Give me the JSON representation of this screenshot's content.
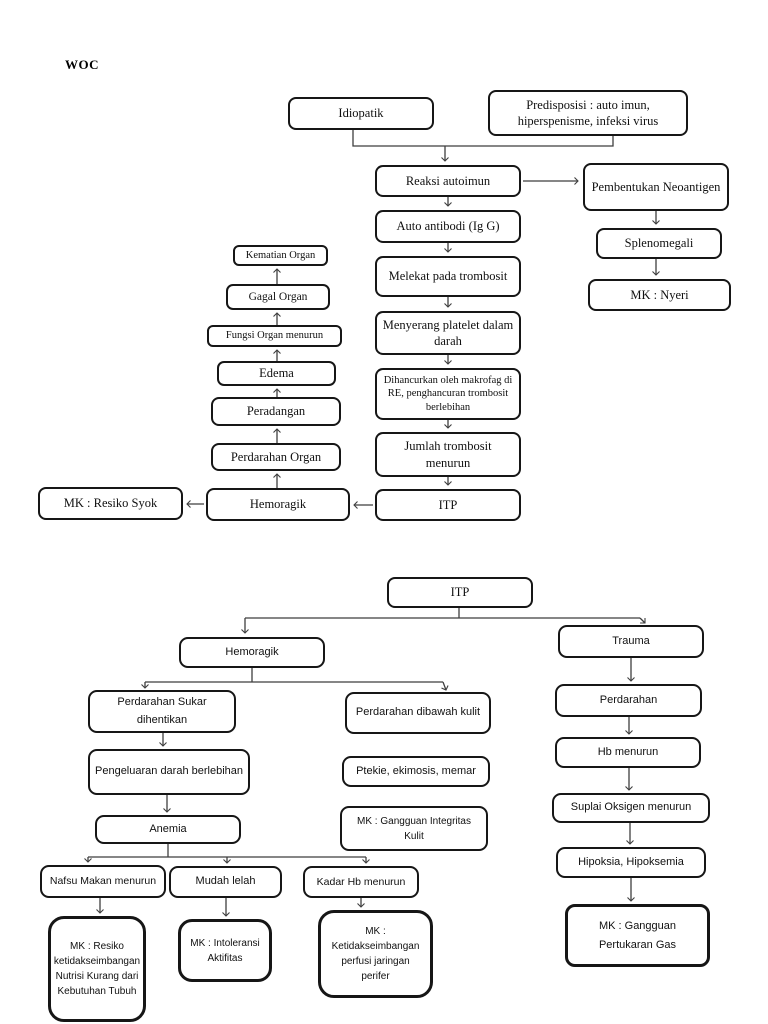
{
  "title": "WOC",
  "colors": {
    "background": "#ffffff",
    "box_border": "#161616",
    "line": "#3f3f3f",
    "text": "#101010"
  },
  "pathway_top": {
    "idiopatik": "Idiopatik",
    "predisposisi": "Predisposisi : auto imun, hiperspenisme, infeksi virus",
    "reaksi_autoimun": "Reaksi autoimun",
    "pembentukan_neoantigen": "Pembentukan Neoantigen",
    "auto_antibodi": "Auto antibodi (Ig G)",
    "splenomegali": "Splenomegali",
    "melekat_trombosit": "Melekat pada trombosit",
    "mk_nyeri": "MK : Nyeri",
    "menyerang_platelet": "Menyerang platelet dalam darah",
    "dihancurkan_makrofag": "Dihancurkan oleh makrofag di RE, penghancuran trombosit berlebihan",
    "jumlah_trombosit": "Jumlah trombosit menurun",
    "itp": "ITP",
    "kematian_organ": "Kematian Organ",
    "gagal_organ": "Gagal Organ",
    "fungsi_organ": "Fungsi Organ menurun",
    "edema": "Edema",
    "peradangan": "Peradangan",
    "perdarahan_organ": "Perdarahan Organ",
    "hemoragik": "Hemoragik",
    "mk_resiko_syok": "MK : Resiko Syok"
  },
  "pathway_bottom": {
    "itp": "ITP",
    "hemoragik": "Hemoragik",
    "trauma": "Trauma",
    "perdarahan_sukar": "Perdarahan Sukar dihentikan",
    "perdarahan_dibawah_kulit": "Perdarahan dibawah kulit",
    "perdarahan": "Perdarahan",
    "pengeluaran_darah": "Pengeluaran darah berlebihan",
    "ptekie": "Ptekie, ekimosis, memar",
    "hb_menurun": "Hb menurun",
    "anemia": "Anemia",
    "mk_integritas_kulit": "MK : Gangguan Integritas Kulit",
    "suplai_oksigen": "Suplai Oksigen menurun",
    "nafsu_makan": "Nafsu Makan menurun",
    "mudah_lelah": "Mudah lelah",
    "kadar_hb": "Kadar Hb menurun",
    "hipoksia": "Hipoksia, Hipoksemia",
    "mk_nutrisi": "MK : Resiko ketidakseimbangan Nutrisi Kurang dari Kebutuhan Tubuh",
    "mk_intoleransi": "MK : Intoleransi Aktifitas",
    "mk_perfusi": "MK : Ketidakseimbangan perfusi jaringan perifer",
    "mk_pertukaran_gas": "MK : Gangguan Pertukaran Gas"
  },
  "edges_top": [
    {
      "from": "idiopatik",
      "to": "reaksi_autoimun"
    },
    {
      "from": "predisposisi",
      "to": "reaksi_autoimun"
    },
    {
      "from": "reaksi_autoimun",
      "to": "pembentukan_neoantigen"
    },
    {
      "from": "reaksi_autoimun",
      "to": "auto_antibodi"
    },
    {
      "from": "auto_antibodi",
      "to": "melekat_trombosit"
    },
    {
      "from": "melekat_trombosit",
      "to": "menyerang_platelet"
    },
    {
      "from": "menyerang_platelet",
      "to": "dihancurkan_makrofag"
    },
    {
      "from": "dihancurkan_makrofag",
      "to": "jumlah_trombosit"
    },
    {
      "from": "jumlah_trombosit",
      "to": "itp"
    },
    {
      "from": "pembentukan_neoantigen",
      "to": "splenomegali"
    },
    {
      "from": "splenomegali",
      "to": "mk_nyeri"
    },
    {
      "from": "itp",
      "to": "hemoragik"
    },
    {
      "from": "hemoragik",
      "to": "mk_resiko_syok"
    },
    {
      "from": "hemoragik",
      "to": "perdarahan_organ"
    },
    {
      "from": "perdarahan_organ",
      "to": "peradangan"
    },
    {
      "from": "peradangan",
      "to": "edema"
    },
    {
      "from": "edema",
      "to": "fungsi_organ"
    },
    {
      "from": "fungsi_organ",
      "to": "gagal_organ"
    },
    {
      "from": "gagal_organ",
      "to": "kematian_organ"
    }
  ],
  "edges_bottom": [
    {
      "from": "itp",
      "to": "hemoragik"
    },
    {
      "from": "itp",
      "to": "trauma"
    },
    {
      "from": "hemoragik",
      "to": "perdarahan_sukar"
    },
    {
      "from": "hemoragik",
      "to": "perdarahan_dibawah_kulit"
    },
    {
      "from": "perdarahan_sukar",
      "to": "pengeluaran_darah"
    },
    {
      "from": "pengeluaran_darah",
      "to": "anemia"
    },
    {
      "from": "anemia",
      "to": "nafsu_makan"
    },
    {
      "from": "anemia",
      "to": "mudah_lelah"
    },
    {
      "from": "anemia",
      "to": "kadar_hb"
    },
    {
      "from": "nafsu_makan",
      "to": "mk_nutrisi"
    },
    {
      "from": "mudah_lelah",
      "to": "mk_intoleransi"
    },
    {
      "from": "kadar_hb",
      "to": "mk_perfusi"
    },
    {
      "from": "perdarahan_dibawah_kulit",
      "to": "ptekie"
    },
    {
      "from": "ptekie",
      "to": "mk_integritas_kulit"
    },
    {
      "from": "trauma",
      "to": "perdarahan"
    },
    {
      "from": "perdarahan",
      "to": "hb_menurun"
    },
    {
      "from": "hb_menurun",
      "to": "suplai_oksigen"
    },
    {
      "from": "suplai_oksigen",
      "to": "hipoksia"
    },
    {
      "from": "hipoksia",
      "to": "mk_pertukaran_gas"
    }
  ]
}
